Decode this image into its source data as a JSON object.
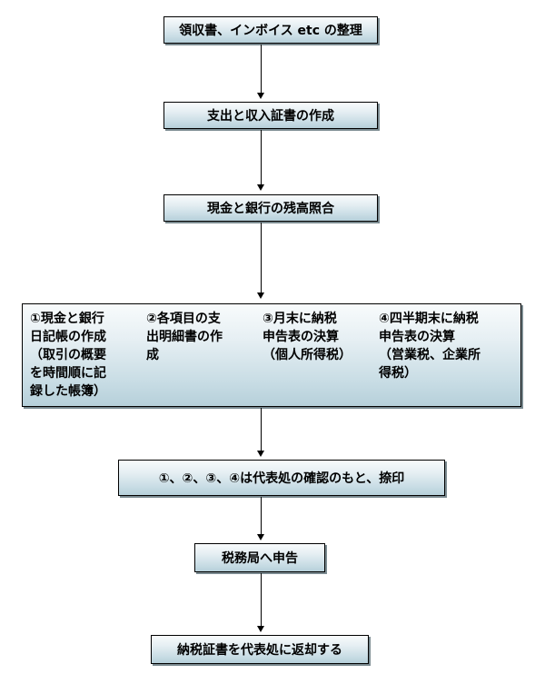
{
  "steps": {
    "step1": "領収書、インボイス etc の整理",
    "step2": "支出と収入証書の作成",
    "step3": "現金と銀行の残高照合",
    "step4": {
      "col1": [
        "①現金と銀行",
        "日記帳の作成",
        "（取引の概要",
        "を時間順に記",
        "録した帳簿）"
      ],
      "col2": [
        "②各項目の支",
        "出明細書の作",
        "成"
      ],
      "col3": [
        "③月末に納税",
        "申告表の決算",
        "（個人所得税）"
      ],
      "col4": [
        "④四半期末に納税",
        "申告表の決算",
        "（営業税、企業所",
        "得税）"
      ]
    },
    "step5": "①、②、③、④は代表処の確認のもと、捺印",
    "step6": "税務局へ申告",
    "step7": "納税証書を代表処に返却する"
  }
}
